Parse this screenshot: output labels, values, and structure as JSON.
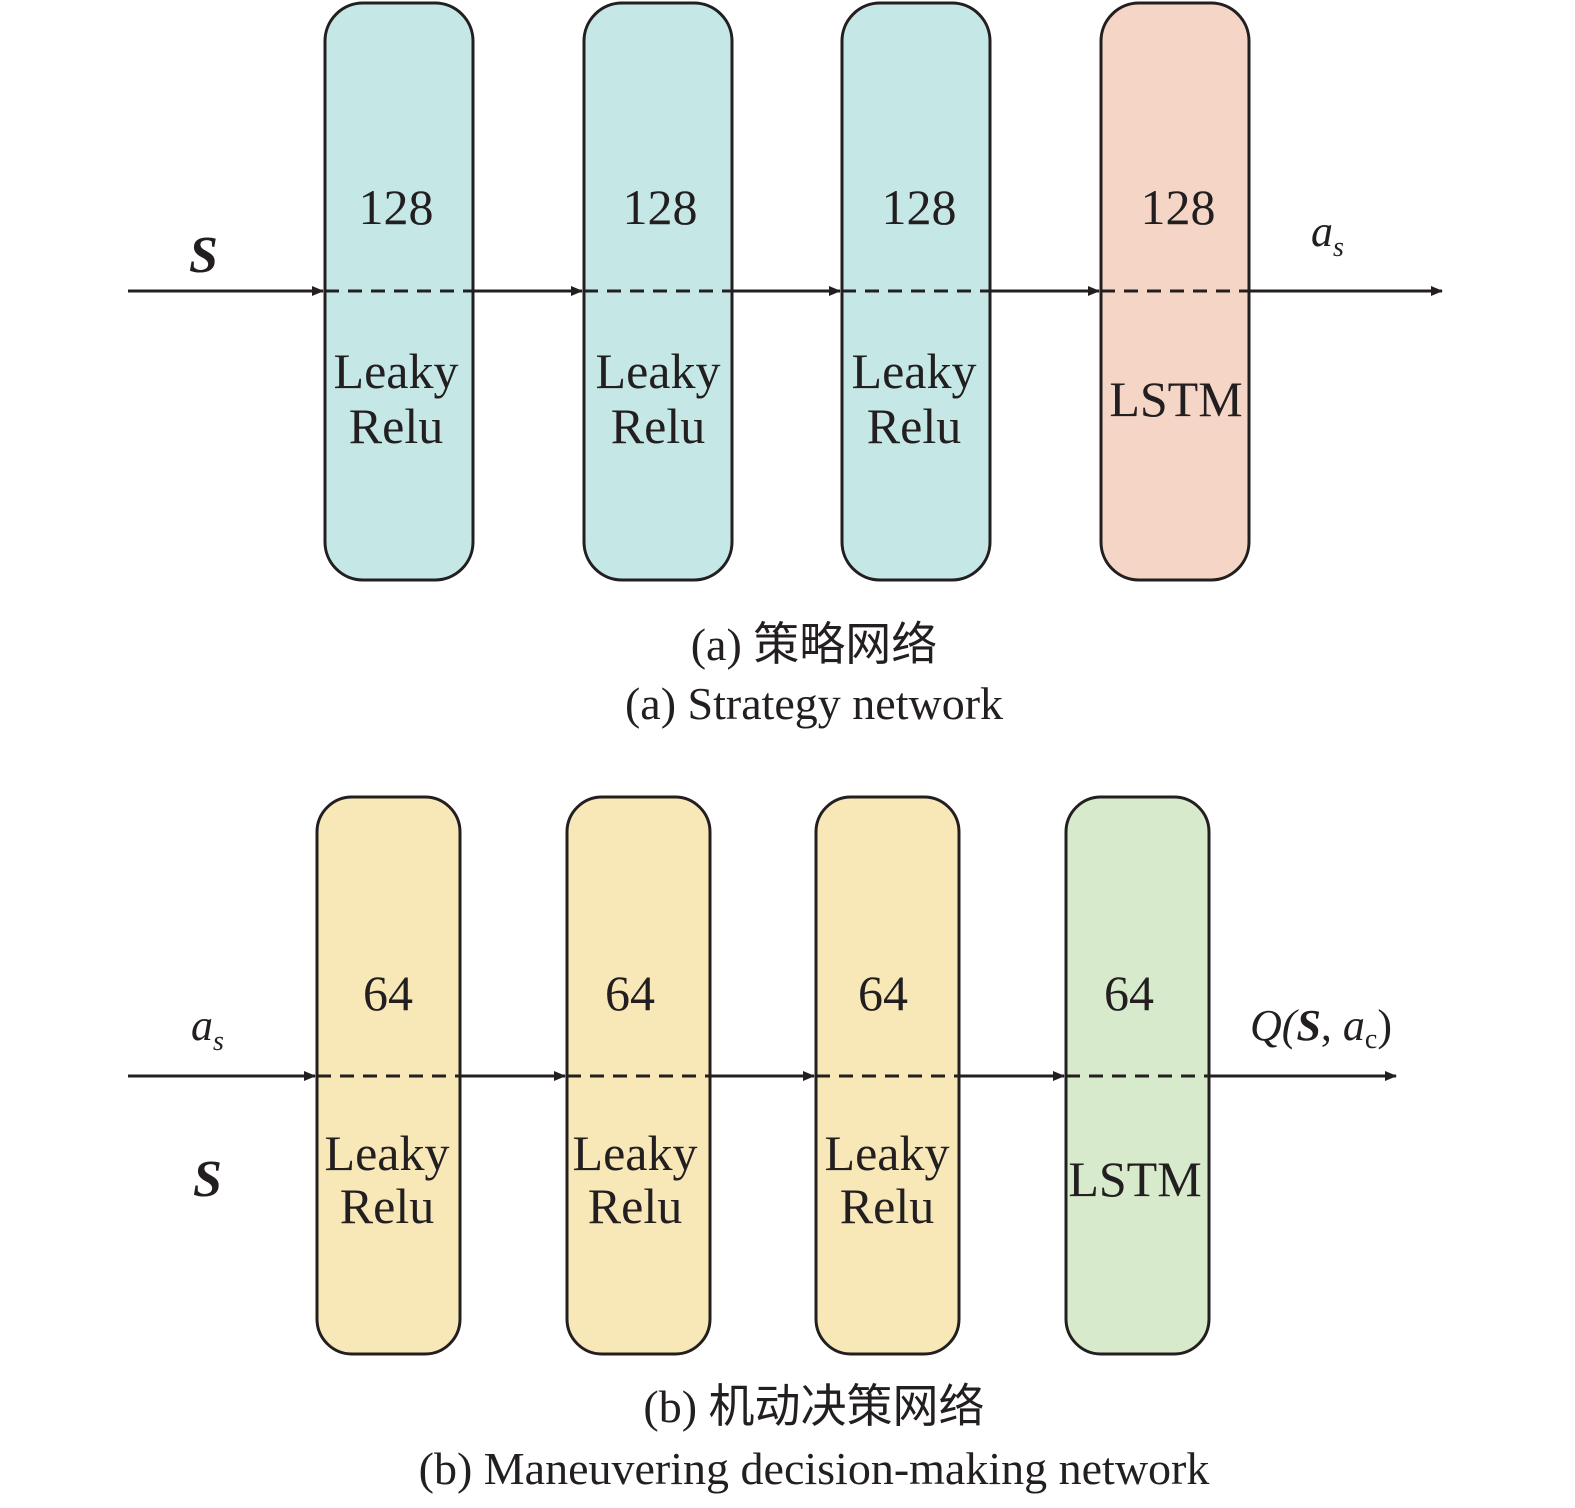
{
  "colors": {
    "teal": "#c5e8e7",
    "salmon": "#f5d6c6",
    "yellow": "#f8e8b8",
    "green": "#d8eacc",
    "stroke": "#231f20"
  },
  "panel_a": {
    "input_label": "S",
    "output_var": "a",
    "output_sub": "s",
    "blocks": [
      {
        "units": "128",
        "act_line1": "Leaky",
        "act_line2": "Relu"
      },
      {
        "units": "128",
        "act_line1": "Leaky",
        "act_line2": "Relu"
      },
      {
        "units": "128",
        "act_line1": "Leaky",
        "act_line2": "Relu"
      },
      {
        "units": "128",
        "act": "LSTM"
      }
    ],
    "caption_zh": "(a) 策略网络",
    "caption_en": "(a) Strategy network"
  },
  "panel_b": {
    "input_var": "a",
    "input_sub": "s",
    "input_label2": "S",
    "output_prefix": "Q(",
    "output_state": "S",
    "output_comma": ", ",
    "output_action": "a",
    "output_action_sub": "c",
    "output_suffix": ")",
    "blocks": [
      {
        "units": "64",
        "act_line1": "Leaky",
        "act_line2": "Relu"
      },
      {
        "units": "64",
        "act_line1": "Leaky",
        "act_line2": "Relu"
      },
      {
        "units": "64",
        "act_line1": "Leaky",
        "act_line2": "Relu"
      },
      {
        "units": "64",
        "act": "LSTM"
      }
    ],
    "caption_zh": "(b) 机动决策网络",
    "caption_en": "(b) Maneuvering decision-making network"
  }
}
